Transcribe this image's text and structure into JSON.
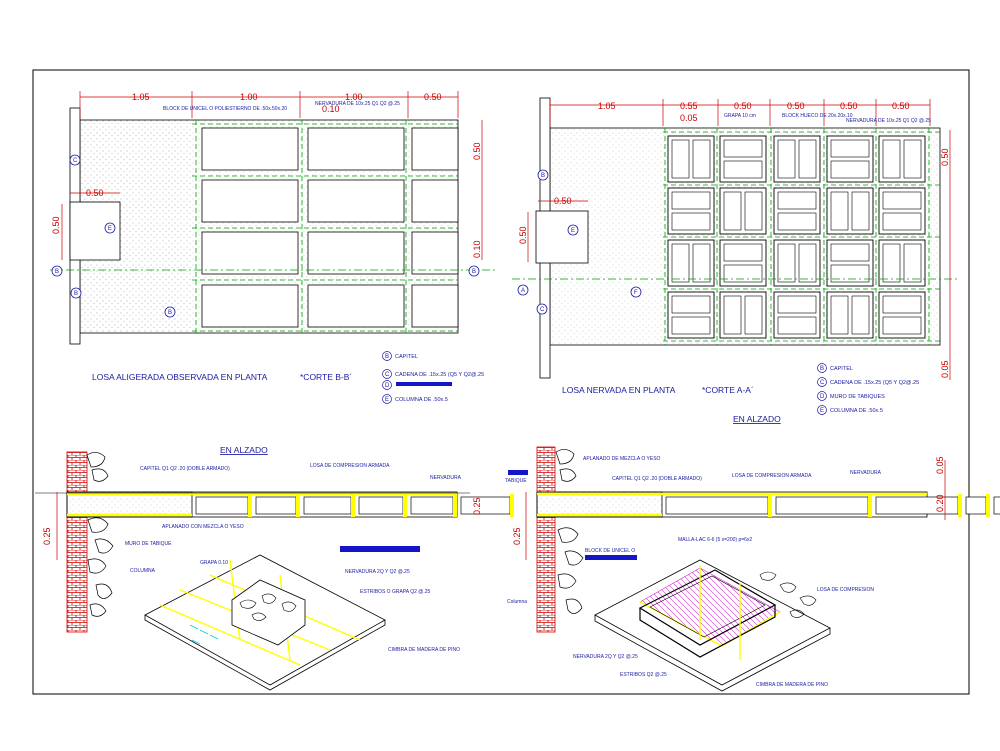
{
  "colors": {
    "dimension": "#cc0000",
    "annotation": "#1a1aa0",
    "axis": "#00a000",
    "rib": "#00a000",
    "linework": "#000000",
    "highlight": "#ffff00",
    "accent_bar": "#1414c8",
    "masonry": "#cc0000",
    "mesh": "#cc33cc"
  },
  "left_plan": {
    "dimensions_top": [
      "1.05",
      "1.00",
      "1.00",
      "0.50"
    ],
    "dim_rib": "0.10",
    "dim_side_top": "0.50",
    "dim_side_bottom": "0.10",
    "dim_capitel_w": "0.50",
    "dim_capitel_h": "0.50",
    "label_block": "BLOCK DE UNICEL O POLIESTIERNO DE .50x.50x.20",
    "label_rib": "NERVADURA DE 10x.25 Q1 Q2 @.25",
    "bubbles": {
      "c": "C",
      "e": "E",
      "b": "B",
      "b2": "B",
      "b3": "B",
      "b4": "B"
    },
    "title": "LOSA ALIGERADA OBSERVADA EN PLANTA",
    "section_ref": "*CORTE B-B´",
    "legend": [
      {
        "key": "B",
        "text": "CAPITEL"
      },
      {
        "key": "C",
        "text": "CADENA DE .15x.25 (Q5 Y Q2@.25"
      },
      {
        "key": "D",
        "text": ""
      },
      {
        "key": "E",
        "text": "COLUMNA DE .50x.5"
      }
    ]
  },
  "right_plan": {
    "dimensions_top": [
      "1.05",
      "0.55",
      "0.50",
      "0.50",
      "0.50",
      "0.50"
    ],
    "dim_sub": "0.05",
    "dim_side_top": "0.50",
    "dim_side_bottom": "0.05",
    "dim_capitel_w": "0.50",
    "dim_capitel_h": "0.50",
    "label_clip": "GRAPA 10 cm",
    "label_block": "BLOCK HUECO DE 20x.20x.10",
    "label_rib": "NERVADURA DE 10x.25 Q1 Q2 @.25",
    "bubbles": {
      "b": "B",
      "a": "A",
      "c": "C",
      "e": "E",
      "f": "F",
      "b2": "B"
    },
    "title": "LOSA NERVADA EN PLANTA",
    "section_ref": "*CORTE A-A´",
    "subtitle": "EN ALZADO",
    "legend": [
      {
        "key": "B",
        "text": "CAPITEL"
      },
      {
        "key": "C",
        "text": "CADENA DE .15x.25 (Q5 Y Q2@.25"
      },
      {
        "key": "D",
        "text": "MURO DE TABIQUES"
      },
      {
        "key": "E",
        "text": "COLUMNA DE .50x.5"
      }
    ]
  },
  "left_section": {
    "title": "EN ALZADO",
    "label_capitel": "CAPITEL Q1 Q2 .20 (DOBLE ARMADO)",
    "label_slab": "LOSA DE COMPRESION ARMADA",
    "label_rib": "NERVADURA",
    "label_plaster": "APLANADO CON MEZCLA O YESO",
    "label_wall": "MURO DE TABIQUE",
    "label_column": "COLUMNA",
    "dim_height": "0.25",
    "dim_right": "0.25",
    "iso_clip": "GRAPA 0.10",
    "iso_rib": "NERVADURA 2Q Y Q2 @.25",
    "iso_stirrups": "ESTRIBOS O GRAPA Q2 @.25",
    "iso_formwork": "CIMBRA DE MADERA DE PINO"
  },
  "right_section": {
    "label_plaster": "APLANADO DE MEZCLA O YESO",
    "label_tabique": "TABIQUE",
    "label_capitel": "CAPITEL Q1 Q2 .20 (DOBLE ARMADO)",
    "label_slab": "LOSA DE COMPRESION ARMADA",
    "label_rib": "NERVADURA",
    "dim_top": "0.05",
    "dim_mid": "0.20",
    "dim_height": "0.25",
    "label_block": "BLOCK DE UNICEL O",
    "label_column": "Columna",
    "iso_mesh": "MALLA-LAC 6-6 (5 x=200) p=6x2",
    "iso_slab": "LOSA DE COMPRESION",
    "iso_rib": "NERVADURA 2Q Y Q2 @.25",
    "iso_stirrups": "ESTRIBOS Q2 @.25",
    "iso_formwork": "CIMBRA DE MADERA DE PINO"
  }
}
